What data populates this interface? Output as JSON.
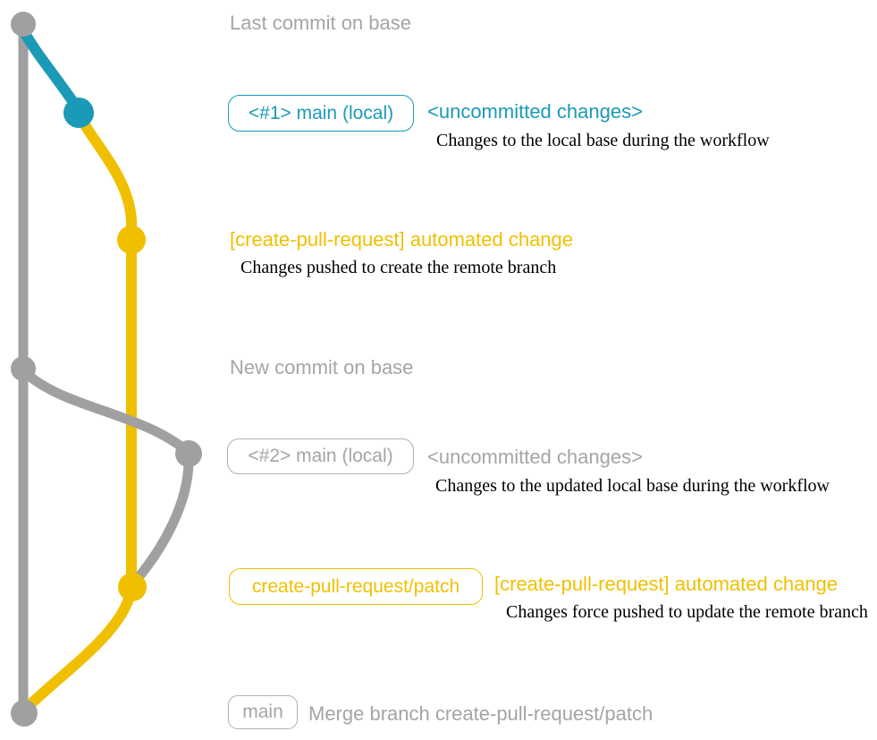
{
  "colors": {
    "gray": "#a0a0a0",
    "gray_text": "#a5a5a5",
    "blue": "#1b9ab7",
    "yellow": "#f0c000",
    "caption_text": "#000000",
    "box_border_gray": "#b0b0b0"
  },
  "graph": {
    "type": "git-branch-diagram",
    "branches": [
      {
        "name": "base",
        "color": "gray"
      },
      {
        "name": "main (local)",
        "color": "blue"
      },
      {
        "name": "create-pull-request/patch",
        "color": "yellow"
      }
    ],
    "commit_nodes": [
      {
        "id": "last-commit-on-base",
        "color": "gray"
      },
      {
        "id": "main-local-1",
        "color": "blue"
      },
      {
        "id": "automated-change-1",
        "color": "yellow"
      },
      {
        "id": "new-commit-on-base",
        "color": "gray"
      },
      {
        "id": "main-local-2",
        "color": "gray"
      },
      {
        "id": "automated-change-2",
        "color": "yellow"
      },
      {
        "id": "merge-commit",
        "color": "gray"
      }
    ]
  },
  "annotations": {
    "row1_label": "Last commit on base",
    "row2_badge": "<#1> main (local)",
    "row2_title": "<uncommitted changes>",
    "row2_caption": "Changes to the local base during the workflow",
    "row3_title": "[create-pull-request] automated change",
    "row3_caption": "Changes pushed to create the remote branch",
    "row4_label": "New commit on base",
    "row5_badge": "<#2> main (local)",
    "row5_title": "<uncommitted changes>",
    "row5_caption": "Changes to the updated local base during the workflow",
    "row6_badge": "create-pull-request/patch",
    "row6_title": "[create-pull-request] automated change",
    "row6_caption": "Changes force pushed to update the remote branch",
    "row7_badge": "main",
    "row7_label": "Merge branch create-pull-request/patch"
  }
}
